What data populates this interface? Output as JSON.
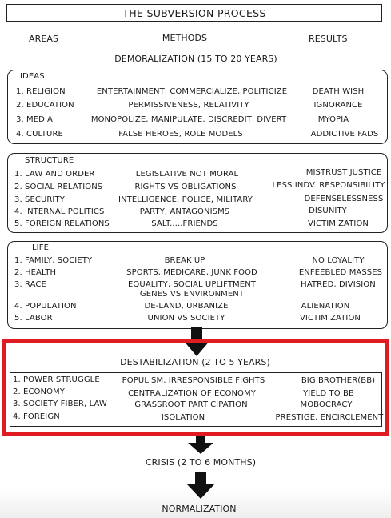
{
  "title": "THE SUBVERSION PROCESS",
  "headers": {
    "areas": "AREAS",
    "methods": "METHODS",
    "results": "RESULTS"
  },
  "demoralization": "DEMORALIZATION (15 TO 20 YEARS)",
  "ideas": {
    "label": "IDEAS",
    "rows": [
      {
        "area": "1.  RELIGION",
        "method": "ENTERTAINMENT, COMMERCIALIZE, POLITICIZE",
        "result": "DEATH WISH"
      },
      {
        "area": "2. EDUCATION",
        "method": "PERMISSIVENESS, RELATIVITY",
        "result": "IGNORANCE"
      },
      {
        "area": "3. MEDIA",
        "method": "MONOPOLIZE, MANIPULATE, DISCREDIT, DIVERT",
        "result": "MYOPIA"
      },
      {
        "area": "4. CULTURE",
        "method": "FALSE HEROES, ROLE MODELS",
        "result": "ADDICTIVE FADS"
      }
    ]
  },
  "structure": {
    "label": "STRUCTURE",
    "rows": [
      {
        "area": "1. LAW AND ORDER",
        "method": "LEGISLATIVE NOT MORAL",
        "result": "MISTRUST JUSTICE"
      },
      {
        "area": "2. SOCIAL RELATIONS",
        "method": "RIGHTS VS OBLIGATIONS",
        "result": "LESS INDV. RESPONSIBILITY"
      },
      {
        "area": "3. SECURITY",
        "method": "INTELLIGENCE, POLICE, MILITARY",
        "result": "DEFENSELESSNESS"
      },
      {
        "area": "4. INTERNAL POLITICS",
        "method": "PARTY, ANTAGONISMS",
        "result": "DISUNITY"
      },
      {
        "area": "5. FOREIGN RELATIONS",
        "method": "SALT.....FRIENDS",
        "result": "VICTIMIZATION"
      }
    ]
  },
  "life": {
    "label": "LIFE",
    "rows": [
      {
        "area": "1. FAMILY, SOCIETY",
        "method": "BREAK UP",
        "result": "NO LOYALITY"
      },
      {
        "area": "2. HEALTH",
        "method": "SPORTS, MEDICARE, JUNK FOOD",
        "result": "ENFEEBLED MASSES"
      },
      {
        "area": "3. RACE",
        "method": "EQUALITY, SOCIAL UPLIFTMENT",
        "method2": "GENES VS ENVIRONMENT",
        "result": "HATRED, DIVISION"
      },
      {
        "area": "4. POPULATION",
        "method": "DE-LAND, URBANIZE",
        "result": "ALIENATION"
      },
      {
        "area": "5. LABOR",
        "method": "UNION VS SOCIETY",
        "result": "VICTIMIZATION"
      }
    ]
  },
  "destabilization": {
    "label": "DESTABILIZATION (2 TO 5 YEARS)",
    "rows": [
      {
        "area": "1. POWER STRUGGLE",
        "method": "POPULISM, IRRESPONSIBLE FIGHTS",
        "result": "BIG BROTHER(BB)"
      },
      {
        "area": "2. ECONOMY",
        "method": "CENTRALIZATION OF ECONOMY",
        "result": "YIELD TO BB"
      },
      {
        "area": "3. SOCIETY FIBER, LAW",
        "method": "GRASSROOT PARTICIPATION",
        "result": "MOBOCRACY"
      },
      {
        "area": "4. FOREIGN",
        "method": "ISOLATION",
        "result": "PRESTIGE, ENCIRCLEMENT"
      }
    ]
  },
  "crisis": "CRISIS (2 TO 6 MONTHS)",
  "normalization": "NORMALIZATION",
  "colors": {
    "highlight": "#e11b22",
    "ink": "#1a1a1a"
  }
}
